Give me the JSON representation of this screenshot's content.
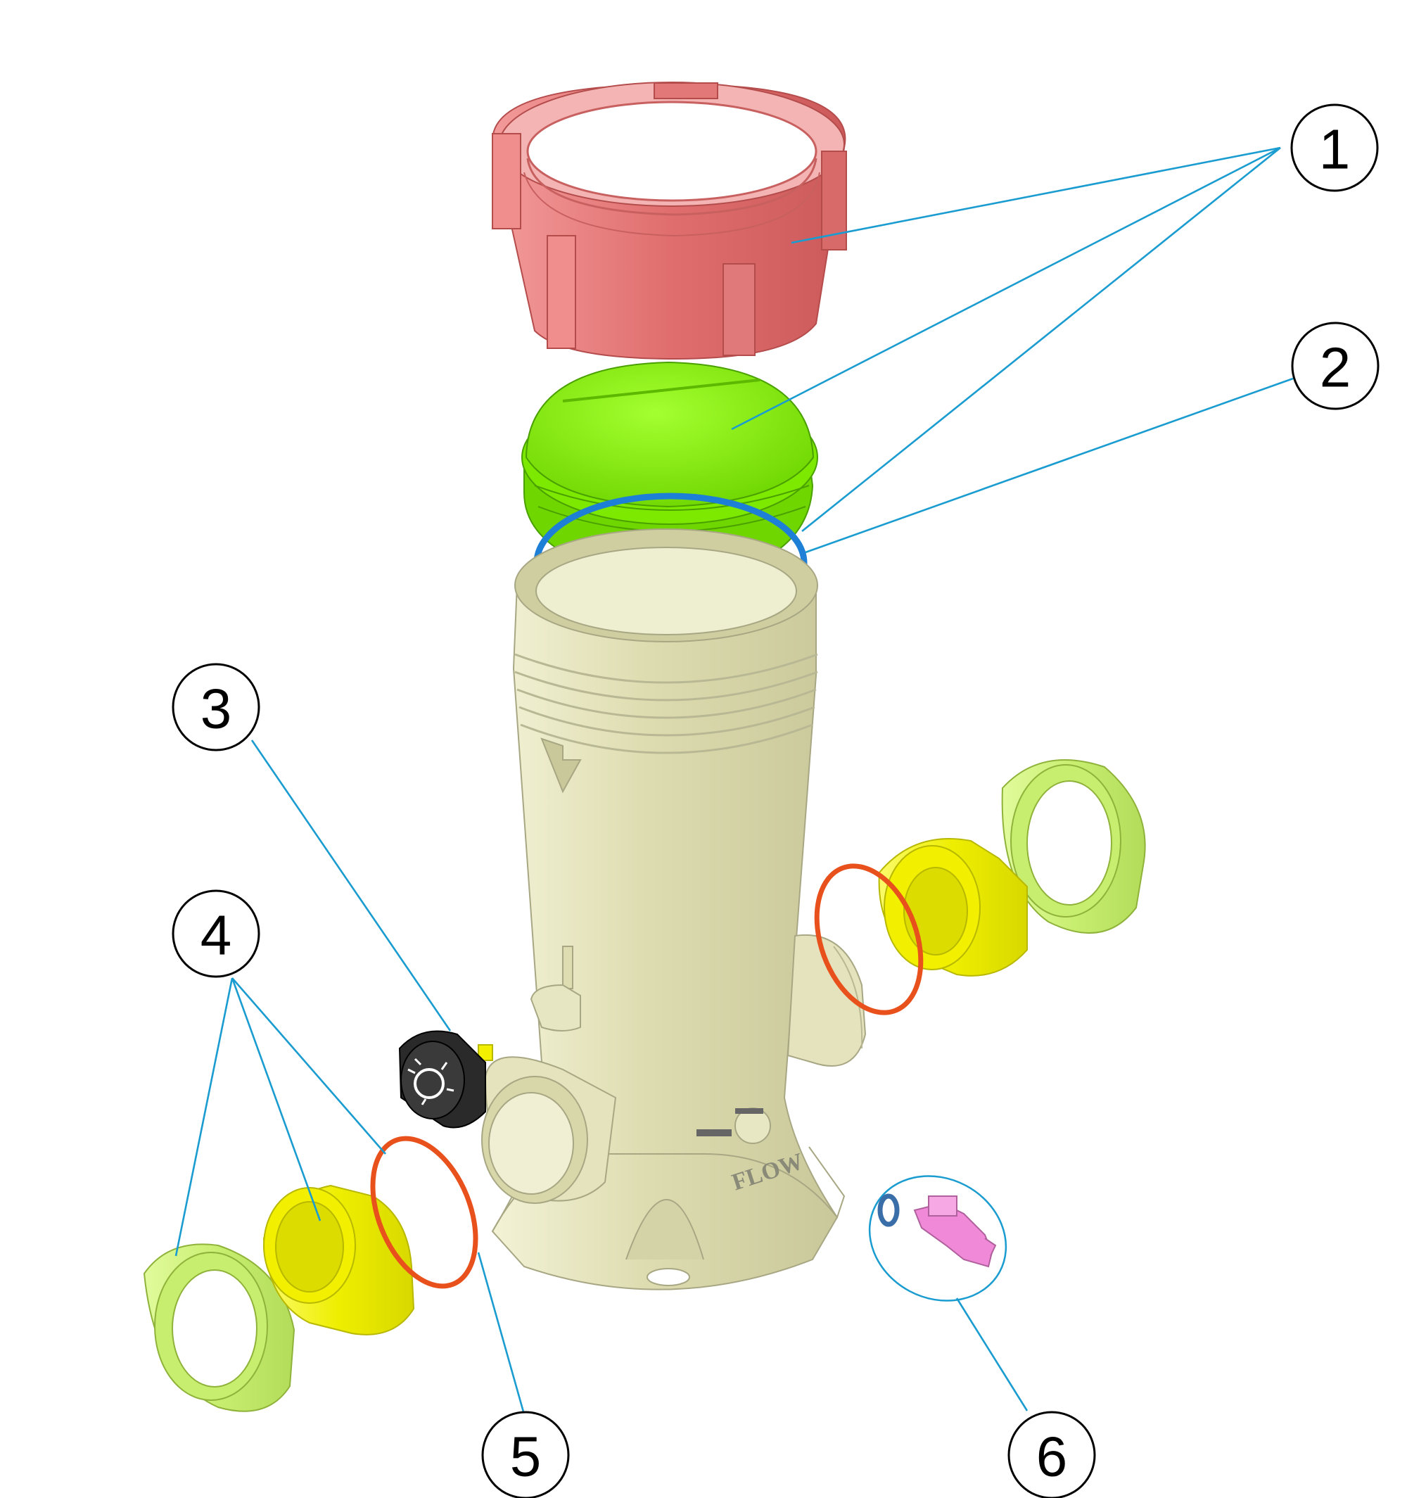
{
  "diagram": {
    "callouts": [
      {
        "id": "1",
        "label": "1"
      },
      {
        "id": "2",
        "label": "2"
      },
      {
        "id": "3",
        "label": "3"
      },
      {
        "id": "4",
        "label": "4"
      },
      {
        "id": "5",
        "label": "5"
      },
      {
        "id": "6",
        "label": "6"
      }
    ],
    "body_marking": "FLOW"
  },
  "colors": {
    "locking_ring": "#e57373",
    "lid": "#86f000",
    "lid_oring": "#1e7fd6",
    "body": "#e1e0b6",
    "union_nut": "#cdf07a",
    "union_tail": "#f2f000",
    "union_oring": "#e8501c",
    "valve_knob": "#2a2a2a",
    "drain_valve": "#f08ad8",
    "leader": "#1a9cd0"
  }
}
